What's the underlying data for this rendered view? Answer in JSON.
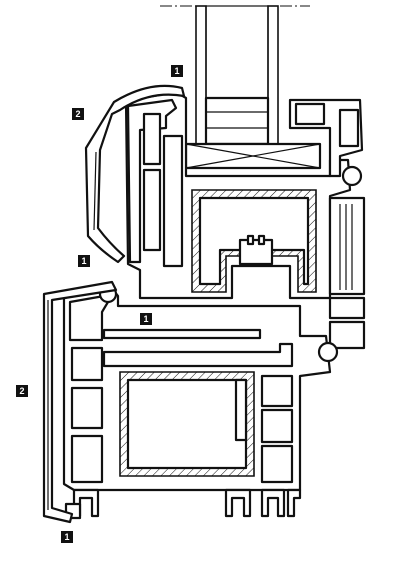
{
  "callouts": [
    {
      "id": "c1",
      "label": "1"
    },
    {
      "id": "c2",
      "label": "2"
    },
    {
      "id": "c3",
      "label": "1"
    },
    {
      "id": "c4",
      "label": "1"
    },
    {
      "id": "c5",
      "label": "2"
    },
    {
      "id": "c6",
      "label": "1"
    }
  ]
}
